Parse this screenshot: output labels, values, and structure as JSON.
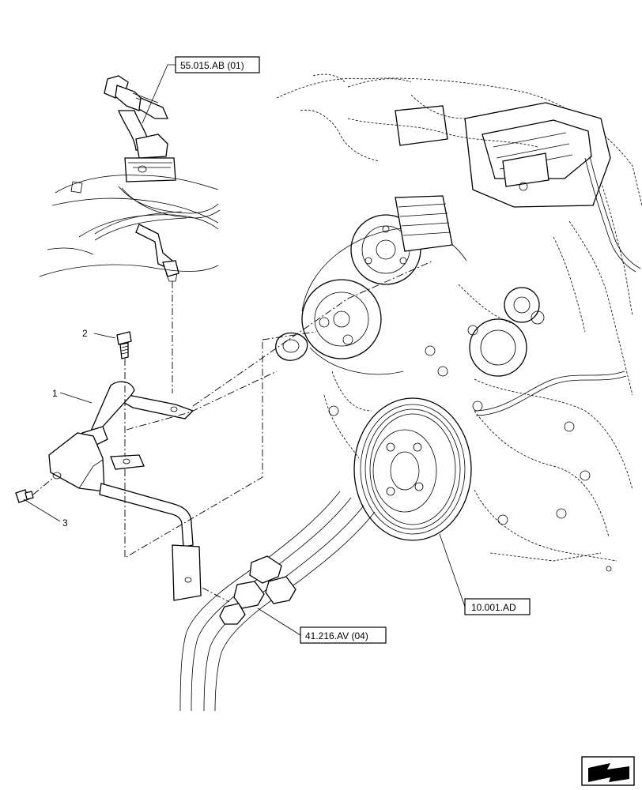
{
  "references": {
    "top": "55.015.AB (01)",
    "engine": "10.001.AD",
    "hose": "41.216.AV (04)"
  },
  "callouts": {
    "bracket": "1",
    "bolt_upper": "2",
    "bolt_lower": "3"
  },
  "nav_icon": "arrow-navigation-icon"
}
